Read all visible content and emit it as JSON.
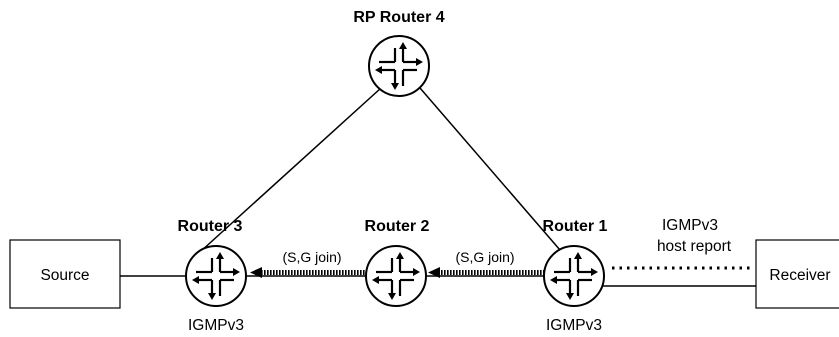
{
  "routers": {
    "rp": {
      "label": "RP Router 4"
    },
    "r3": {
      "label": "Router 3",
      "note": "IGMPv3"
    },
    "r2": {
      "label": "Router 2"
    },
    "r1": {
      "label": "Router 1",
      "note": "IGMPv3"
    }
  },
  "hosts": {
    "source": {
      "label": "Source"
    },
    "receiver": {
      "label": "Receiver"
    }
  },
  "messages": {
    "join_r2_r3": "(S,G join)",
    "join_r1_r2": "(S,G join)",
    "host_report_line1": "IGMPv3",
    "host_report_line2": "host report"
  }
}
